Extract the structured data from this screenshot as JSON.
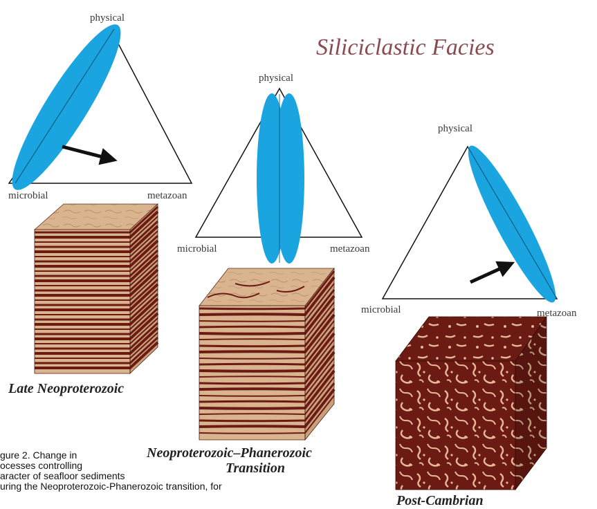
{
  "title": "Siliciclastic Facies",
  "labels": {
    "physical": "physical",
    "microbial": "microbial",
    "metazoan": "metazoan"
  },
  "panels": [
    {
      "id": "late",
      "caption": "Late Neoproterozoic"
    },
    {
      "id": "transition",
      "caption_line1": "Neoproterozoic–Phanerozoic",
      "caption_line2": "Transition"
    },
    {
      "id": "post",
      "caption": "Post-Cambrian"
    }
  ],
  "figure_caption": {
    "line1": "gure 2. Change in",
    "line2": "ocesses controlling",
    "line3": "aracter of seafloor sediments",
    "line4": "uring the Neoproterozoic-Phanerozoic transition, for"
  },
  "colors": {
    "ellipse": "#1ba5e0",
    "sediment_light": "#d9b48f",
    "sediment_dark": "#6b1a14",
    "title": "#8a4a50"
  }
}
